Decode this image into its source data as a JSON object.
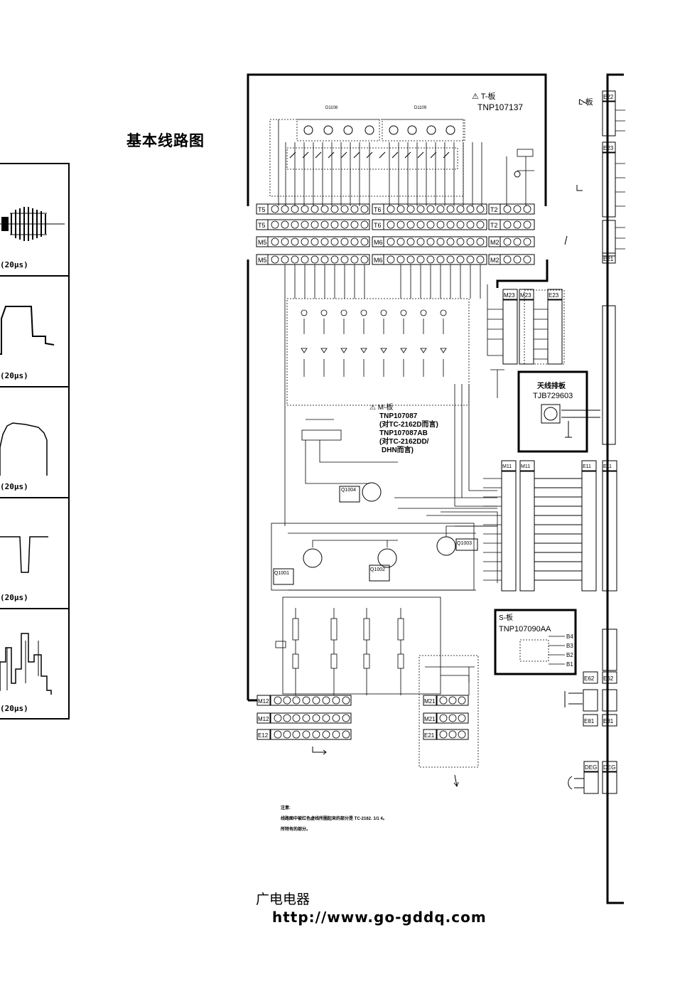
{
  "page": {
    "title": "基本线路图"
  },
  "waveforms": [
    {
      "time": "(20μs)",
      "shape": "burst"
    },
    {
      "time": "(20μs)",
      "shape": "step-pulse"
    },
    {
      "time": "(20μs)",
      "shape": "ramp-arc"
    },
    {
      "time": "(20μs)",
      "shape": "negative-pulse"
    },
    {
      "time": "(20μs)",
      "shape": "staircase"
    }
  ],
  "boards": {
    "t_board": {
      "name": "⚠ T-板",
      "part": "TNP107137"
    },
    "l_board": {
      "name": "L-板"
    },
    "m_board": {
      "name": "⚠ M-板",
      "lines": [
        "TNP107087",
        "(对TC-2162D而言)",
        "TNP107087AB",
        "(对TC-2162DD/",
        "DHN而言)"
      ]
    },
    "s_board": {
      "name": "S-板",
      "part": "TNP107090AA"
    },
    "antenna": {
      "name": "天线排板",
      "part": "TJB729603"
    }
  },
  "connectors": {
    "row1": [
      "T5",
      "T6",
      "T2"
    ],
    "row2": [
      "T5",
      "T6",
      "T2"
    ],
    "row3": [
      "M5",
      "M6",
      "M2"
    ],
    "row4": [
      "M5",
      "M6",
      "M2"
    ],
    "mid": [
      "M23",
      "M23",
      "E23"
    ],
    "bus": [
      "M11",
      "M11",
      "E11",
      "E11"
    ],
    "bottom": [
      "M12",
      "M12",
      "E12"
    ],
    "m21": [
      "M21",
      "M21",
      "E21"
    ],
    "right": [
      "E22",
      "E23",
      "E21",
      "E62",
      "E62",
      "E81",
      "E81",
      "DEG",
      "DEG"
    ],
    "s_pins": [
      "B4",
      "B3",
      "B2",
      "B1"
    ]
  },
  "parts": {
    "leds_left": "D1108",
    "leds_right": "D1109",
    "q1": "Q1004",
    "q2": "Q1001",
    "q3": "Q1002",
    "q4": "Q1003"
  },
  "note": {
    "title": "注意:",
    "line1": "线路图中被红色虚线所圈起来的部分是 TC-2162.  1/1  4。",
    "line2": "所特有的部分。"
  },
  "footer": {
    "company": "广电电器",
    "url": "http://www.go-gddq.com"
  }
}
